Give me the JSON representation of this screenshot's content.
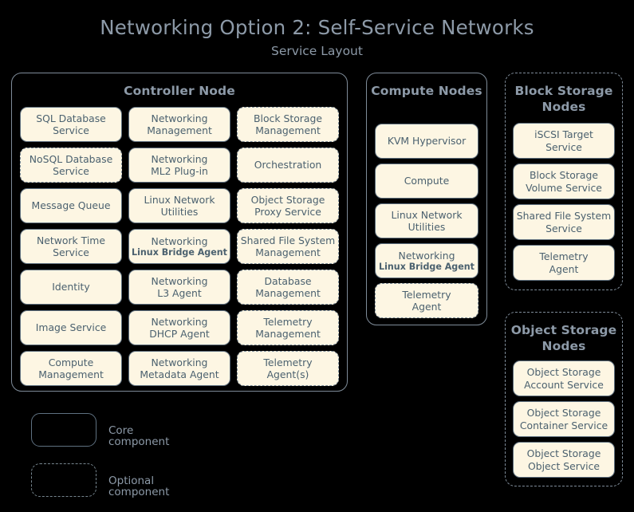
{
  "title": {
    "main": "Networking Option 2: Self-Service Networks",
    "sub": "Service Layout"
  },
  "colors": {
    "background": "#000000",
    "box_fill": "#fdf6e3",
    "box_border": "#5e6f7e",
    "optional_border": "#7d8c99",
    "container_border": "#7f8c99",
    "text": "#4b616f",
    "title_text": "#8d9aa8"
  },
  "legend": {
    "core": {
      "label": "Core component",
      "style": "solid"
    },
    "optional": {
      "label": "Optional component",
      "style": "dashed"
    }
  },
  "controller_node": {
    "title": "Controller Node",
    "columns": [
      {
        "boxes": [
          {
            "l1": "SQL Database",
            "l2": "Service",
            "optional": false
          },
          {
            "l1": "NoSQL Database",
            "l2": "Service",
            "optional": true
          },
          {
            "l1": "Message Queue",
            "l2": "",
            "optional": false
          },
          {
            "l1": "Network Time",
            "l2": "Service",
            "optional": false
          },
          {
            "l1": "Identity",
            "l2": "",
            "optional": false
          },
          {
            "l1": "Image Service",
            "l2": "",
            "optional": false
          },
          {
            "l1": "Compute",
            "l2": "Management",
            "optional": false
          }
        ]
      },
      {
        "boxes": [
          {
            "l1": "Networking",
            "l2": "Management",
            "optional": false
          },
          {
            "l1": "Networking",
            "l2": "ML2 Plug-in",
            "optional": false
          },
          {
            "l1": "Linux Network",
            "l2": "Utilities",
            "optional": false
          },
          {
            "l1": "Networking",
            "l2": "Linux Bridge Agent",
            "optional": false,
            "small_sub": true
          },
          {
            "l1": "Networking",
            "l2": "L3 Agent",
            "optional": false
          },
          {
            "l1": "Networking",
            "l2": "DHCP Agent",
            "optional": false
          },
          {
            "l1": "Networking",
            "l2": "Metadata Agent",
            "optional": false
          }
        ]
      },
      {
        "boxes": [
          {
            "l1": "Block Storage",
            "l2": "Management",
            "optional": true
          },
          {
            "l1": "Orchestration",
            "l2": "",
            "optional": true
          },
          {
            "l1": "Object Storage",
            "l2": "Proxy Service",
            "optional": true
          },
          {
            "l1": "Shared File System",
            "l2": "Management",
            "optional": true
          },
          {
            "l1": "Database",
            "l2": "Management",
            "optional": true
          },
          {
            "l1": "Telemetry",
            "l2": "Management",
            "optional": true
          },
          {
            "l1": "Telemetry",
            "l2": "Agent(s)",
            "optional": true
          }
        ]
      }
    ]
  },
  "compute_nodes": {
    "title": "Compute Nodes",
    "optional_container": false,
    "boxes": [
      {
        "l1": "KVM Hypervisor",
        "l2": "",
        "optional": false
      },
      {
        "l1": "Compute",
        "l2": "",
        "optional": false
      },
      {
        "l1": "Linux Network",
        "l2": "Utilities",
        "optional": false
      },
      {
        "l1": "Networking",
        "l2": "Linux Bridge Agent",
        "optional": false,
        "small_sub": true
      },
      {
        "l1": "Telemetry",
        "l2": "Agent",
        "optional": true
      }
    ]
  },
  "block_storage_nodes": {
    "title": "Block Storage Nodes",
    "optional_container": true,
    "boxes": [
      {
        "l1": "iSCSI Target",
        "l2": "Service",
        "optional": false
      },
      {
        "l1": "Block Storage",
        "l2": "Volume Service",
        "optional": false
      },
      {
        "l1": "Shared File System",
        "l2": "Service",
        "optional": false
      },
      {
        "l1": "Telemetry",
        "l2": "Agent",
        "optional": false
      }
    ]
  },
  "object_storage_nodes": {
    "title": "Object Storage Nodes",
    "optional_container": true,
    "boxes": [
      {
        "l1": "Object Storage",
        "l2": "Account Service",
        "optional": false
      },
      {
        "l1": "Object Storage",
        "l2": "Container Service",
        "optional": false
      },
      {
        "l1": "Object Storage",
        "l2": "Object Service",
        "optional": false
      }
    ]
  }
}
